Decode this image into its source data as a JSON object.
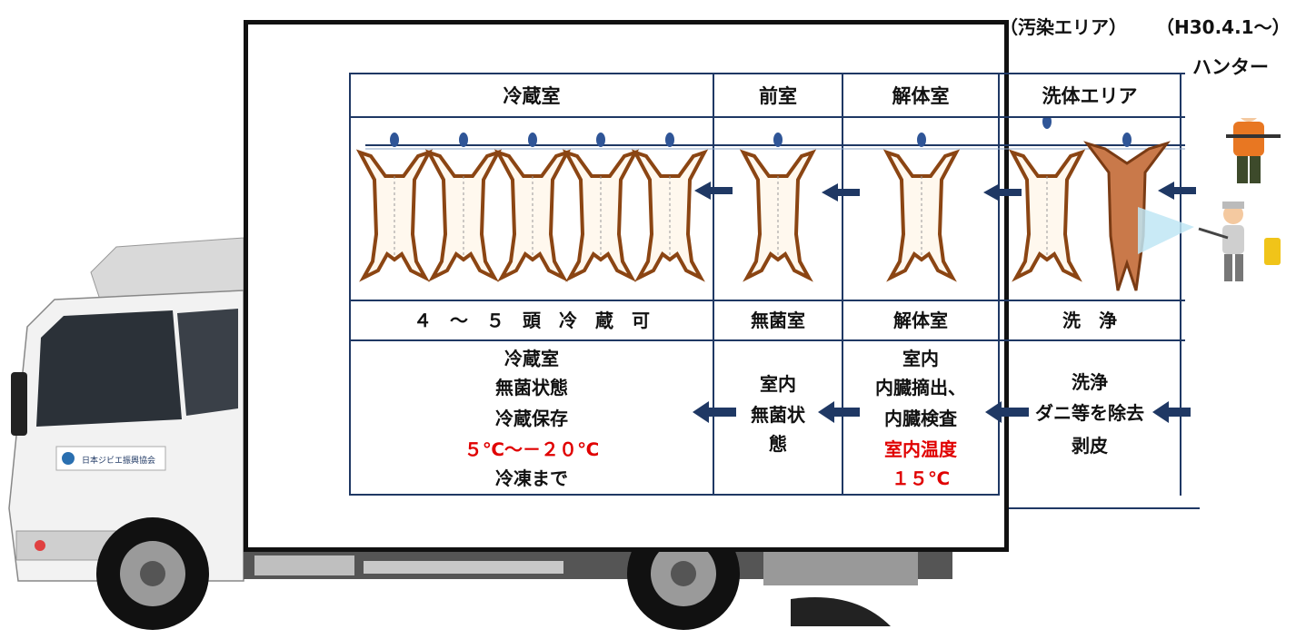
{
  "header": {
    "zone_label": "（汚染エリア）",
    "date_label": "（H30.4.1～）",
    "hunter_label": "ハンター"
  },
  "truck": {
    "door_sticker": "日本ジビエ振興協会"
  },
  "table": {
    "headers": [
      "冷蔵室",
      "前室",
      "解体室",
      "洗体エリア"
    ],
    "row1": [
      "４　～　５　頭　冷　蔵　可",
      "無菌室",
      "解体室",
      "洗　浄"
    ],
    "col1_lines": [
      "冷蔵室",
      "無菌状態",
      "冷蔵保存",
      "５℃～－２０℃",
      "冷凍まで"
    ],
    "col2_lines": [
      "室内",
      "無菌状",
      "態"
    ],
    "col3_lines": [
      "室内",
      "内臓摘出、",
      "内臓検査",
      "室内温度",
      "１５℃"
    ],
    "col4_lines": [
      "洗浄",
      "ダニ等を除去",
      "剥皮"
    ]
  },
  "colors": {
    "accent": "#1f3864",
    "highlight": "#e00000",
    "carcass": "#8b4513"
  },
  "icons": [
    "arrow-left-icon",
    "carcass-icon",
    "hunter-icon",
    "washer-icon",
    "rail-hook-icon"
  ]
}
